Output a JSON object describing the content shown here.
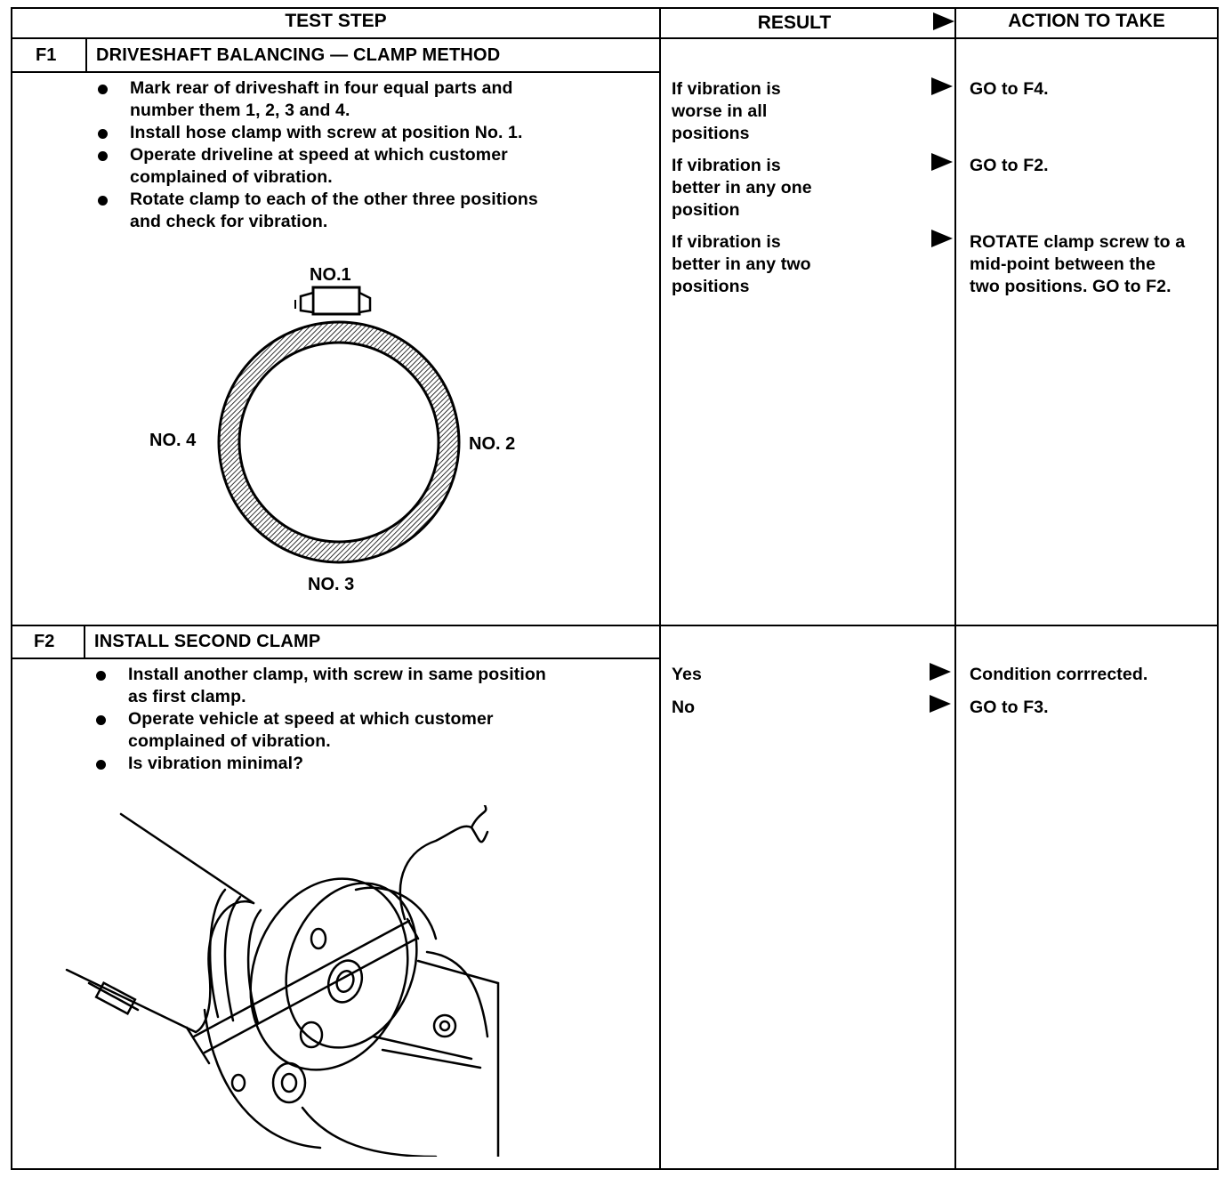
{
  "header": {
    "test_step": "TEST STEP",
    "result": "RESULT",
    "action": "ACTION TO TAKE"
  },
  "f1": {
    "id": "F1",
    "title": "DRIVESHAFT BALANCING — CLAMP METHOD",
    "steps": [
      [
        "Mark rear of driveshaft in four equal parts and",
        "number them 1, 2, 3 and 4."
      ],
      [
        "Install hose clamp with screw at position No. 1."
      ],
      [
        "Operate driveline at speed at which customer",
        "complained of vibration."
      ],
      [
        "Rotate clamp to each of the other three positions",
        "and check for vibration."
      ]
    ],
    "diagram": {
      "labels": {
        "top": "NO.1",
        "right": "NO. 2",
        "bottom": "NO. 3",
        "left": "NO. 4"
      }
    },
    "results": [
      [
        "If vibration is",
        "worse in all",
        "positions"
      ],
      [
        "If vibration is",
        "better in any one",
        "position"
      ],
      [
        "If vibration is",
        "better in any two",
        "positions"
      ]
    ],
    "actions": [
      {
        "pre": "GO to ",
        "ref": "F4",
        "post": "."
      },
      {
        "pre": "GO to ",
        "ref": "F2",
        "post": "."
      },
      {
        "lines": [
          "ROTATE clamp screw to a",
          "mid-point between the"
        ],
        "pre": "two positions. GO to ",
        "ref": "F2",
        "post": "."
      }
    ]
  },
  "f2": {
    "id": "F2",
    "title": "INSTALL SECOND CLAMP",
    "steps": [
      [
        "Install another clamp, with screw in same position",
        "as first clamp."
      ],
      [
        "Operate vehicle at speed at which customer",
        "complained of vibration."
      ],
      [
        "Is vibration minimal?"
      ]
    ],
    "results": [
      "Yes",
      "No"
    ],
    "actions": [
      {
        "text": "Condition corrrected."
      },
      {
        "pre": "GO to ",
        "ref": "F3",
        "post": "."
      }
    ]
  }
}
